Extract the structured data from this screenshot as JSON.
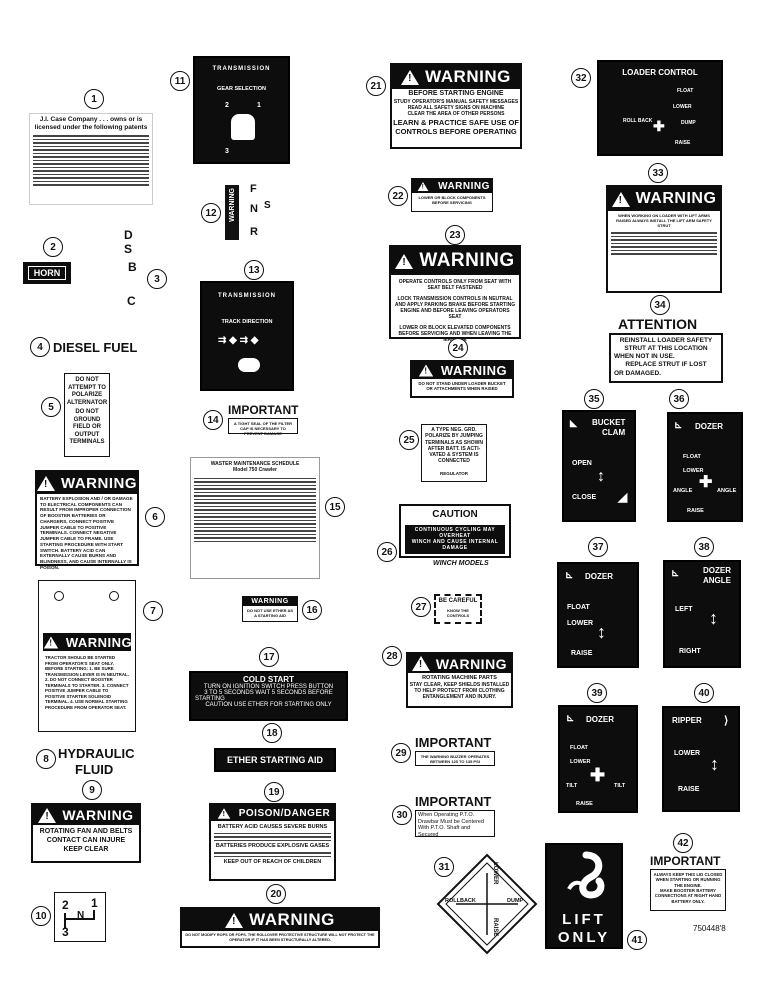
{
  "callouts": [
    "1",
    "2",
    "3",
    "4",
    "5",
    "6",
    "7",
    "8",
    "9",
    "10",
    "11",
    "12",
    "13",
    "14",
    "15",
    "16",
    "17",
    "18",
    "19",
    "20",
    "21",
    "22",
    "23",
    "24",
    "25",
    "26",
    "27",
    "28",
    "29",
    "30",
    "31",
    "32",
    "33",
    "34",
    "35",
    "36",
    "37",
    "38",
    "39",
    "40",
    "41",
    "42"
  ],
  "patent": {
    "title_line1": "J.I. Case Company . . . owns or is",
    "title_line2": "licensed under the following patents"
  },
  "horn": {
    "label": "HORN"
  },
  "switch": {
    "d": "D",
    "s": "S",
    "b": "B",
    "c": "C"
  },
  "diesel": {
    "label": "DIESEL FUEL"
  },
  "alternator": {
    "lines": [
      "DO NOT",
      "ATTEMPT TO",
      "POLARIZE",
      "ALTERNATOR",
      "DO NOT",
      "GROUND",
      "FIELD OR",
      "OUTPUT",
      "TERMINALS"
    ]
  },
  "warning_word": "WARNING",
  "warning6": {
    "text": "BATTERY EXPLOSION AND / OR DAMAGE TO ELECTRICAL COMPONENTS CAN RESULT FROM IMPROPER CONNECTION OF BOOSTER BATTERIES OR CHARGERS. CONNECT POSITIVE JUMPER CABLE TO POSITIVE TERMINALS. CONNECT NEGATIVE JUMPER CABLE TO FRAME. USE STARTING PROCEDURE WITH START SWITCH. BATTERY ACID CAN EXTERNALLY CAUSE BURNS AND BLINDNESS, AND CAUSE INTERNALLY IS POISON."
  },
  "warning7": {
    "text": "TRACTOR SHOULD BE STARTED FROM OPERATOR'S SEAT ONLY. BEFORE STARTING: 1. BE SURE TRANSMISSION LEVER IS IN NEUTRAL. 2. DO NOT CONNECT BOOSTER TERMINALS TO STARTER. 3. CONNECT POSITIVE JUMPER CABLE TO POSITIVE STARTER SOLENOID TERMINAL. 4. USE NORMAL STARTING PROCEDURE FROM OPERATOR SEAT."
  },
  "hydraulic": {
    "line1": "HYDRAULIC",
    "line2": "FLUID"
  },
  "warning9": {
    "lines": [
      "ROTATING FAN AND BELTS",
      "CONTACT CAN INJURE",
      "KEEP CLEAR"
    ]
  },
  "shift10": {
    "n1": "2",
    "n2": "1",
    "n3": "3",
    "n": "N"
  },
  "trans11": {
    "title": "TRANSMISSION",
    "sub": "GEAR SELECTION",
    "g2": "2",
    "g1": "1",
    "g3": "3"
  },
  "fnr": {
    "f": "F",
    "n": "N",
    "s": "S",
    "r": "R",
    "warn": "WARNING"
  },
  "trans13": {
    "title": "TRANSMISSION",
    "sub": "TRACK DIRECTION"
  },
  "important": "IMPORTANT",
  "imp14": {
    "text": "A TIGHT SEAL OF THE FILTER CAP IS NECESSARY TO PREVENT DAMAGE"
  },
  "chart15": {
    "title": "WASTER MAINTENANCE SCHEDULE",
    "sub": "Model 750 Crawler"
  },
  "warn16": {
    "word": "WARNING",
    "text": "DO NOT USE ETHER AS A STARTING AID"
  },
  "cold17": {
    "title": "COLD START",
    "lines": [
      "TURN ON IGNITION SWITCH PRESS BUTTON",
      "3 TO 5 SECONDS WAIT 5 SECONDS BEFORE",
      "STARTING",
      "CAUTION USE ETHER FOR STARTING ONLY"
    ]
  },
  "ether18": {
    "label": "ETHER STARTING AID"
  },
  "poison19": {
    "title": "POISON/DANGER",
    "l1": "BATTERY ACID CAUSES SEVERE BURNS",
    "l2": "BATTERIES PRODUCE EXPLOSIVE GASES",
    "l3": "KEEP OUT OF REACH OF CHILDREN"
  },
  "warn20": {
    "word": "WARNING",
    "text": "DO NOT MODIFY ROPS OR FOPS. THE ROLLOVER PROTECTIVE STRUCTURE WILL NOT PROTECT THE OPERATOR IF IT HAS BEEN STRUCTURALLY ALTERED."
  },
  "warn21": {
    "l1": "BEFORE STARTING ENGINE",
    "l2": "STUDY OPERATOR'S MANUAL SAFETY MESSAGES",
    "l3": "READ ALL SAFETY SIGNS ON MACHINE",
    "l4": "CLEAR THE AREA OF OTHER PERSONS",
    "l5": "LEARN & PRACTICE SAFE USE OF",
    "l6": "CONTROLS BEFORE OPERATING"
  },
  "warn22": {
    "text": "LOWER OR BLOCK COMPONENTS BEFORE SERVICING"
  },
  "warn23": {
    "l1": "OPERATE CONTROLS ONLY FROM SEAT WITH SEAT BELT FASTENED",
    "l2": "LOCK TRANSMISSION CONTROLS IN NEUTRAL AND APPLY PARKING BRAKE BEFORE STARTING ENGINE AND BEFORE LEAVING OPERATORS SEAT",
    "l3": "LOWER OR BLOCK ELEVATED COMPONENTS BEFORE SERVICING AND WHEN LEAVING THE MACHINE"
  },
  "warn24": {
    "text": "DO NOT STAND UNDER LOADER BUCKET OR ATTACHMENTS WHEN RAISED"
  },
  "reg25": {
    "l1": "A TYPE NEG. GRD.",
    "l2": "POLARIZE BY JUMPING",
    "l3": "TERMINALS AS SHOWN",
    "l4": "AFTER BATT. IS ACTI-",
    "l5": "VATED & SYSTEM IS",
    "l6": "CONNECTED",
    "reg": "REGULATOR"
  },
  "caution26": {
    "title": "CAUTION",
    "l1": "CONTINUOUS CYCLING MAY OVERHEAT",
    "l2": "WINCH AND CAUSE INTERNAL DAMAGE",
    "footer": "WINCH MODELS"
  },
  "careful27": {
    "title": "BE CAREFUL",
    "text": "KNOW THE CONTROLS"
  },
  "warn28": {
    "l1": "ROTATING MACHINE PARTS",
    "l2": "STAY CLEAR, KEEP SHIELDS INSTALLED",
    "l3": "TO HELP PROTECT FROM CLOTHING",
    "l4": "ENTANGLEMENT AND INJURY."
  },
  "imp29": {
    "text": "THE WARNING BUZZER OPERATES BETWEEN 125 TO 135 PSI"
  },
  "imp30": {
    "l1": "When Operating P.T.O.",
    "l2": "Drawbar Must be Centered",
    "l3": "With P.T.O. Shaft and",
    "l4": "Secured"
  },
  "diamond31": {
    "lower": "LOWER",
    "rollback": "ROLLBACK",
    "dump": "DUMP",
    "raise": "RAISE"
  },
  "loader32": {
    "title": "LOADER CONTROL",
    "float": "FLOAT",
    "lower": "LOWER",
    "roll": "ROLL BACK",
    "dump": "DUMP",
    "raise": "RAISE"
  },
  "warn33": {
    "text": "WHEN WORKING ON LOADER WITH LIFT ARMS RAISED ALWAYS INSTALL THE LIFT ARM SAFETY STRUT"
  },
  "attention34": {
    "title": "ATTENTION",
    "l1": "REINSTALL LOADER SAFETY",
    "l2": "STRUT AT THIS LOCATION",
    "l3": "WHEN NOT IN USE.",
    "l4": "REPLACE STRUT IF LOST",
    "l5": "OR DAMAGED."
  },
  "bucket35": {
    "title1": "BUCKET",
    "title2": "CLAM",
    "open": "OPEN",
    "close": "CLOSE"
  },
  "dozer36": {
    "title": "DOZER",
    "float": "FLOAT",
    "lower": "LOWER",
    "angle": "ANGLE",
    "angle2": "ANGLE",
    "raise": "RAISE"
  },
  "dozer37": {
    "title": "DOZER",
    "float": "FLOAT",
    "lower": "LOWER",
    "raise": "RAISE"
  },
  "dozer38": {
    "title1": "DOZER",
    "title2": "ANGLE",
    "left": "LEFT",
    "right": "RIGHT"
  },
  "dozer39": {
    "title": "DOZER",
    "float": "FLOAT",
    "lower": "LOWER",
    "tilt": "TILT",
    "tilt2": "TILT",
    "raise": "RAISE"
  },
  "ripper40": {
    "title": "RIPPER",
    "lower": "LOWER",
    "raise": "RAISE"
  },
  "lift41": {
    "l1": "LIFT",
    "l2": "ONLY"
  },
  "imp42": {
    "l1": "ALWAYS KEEP THIS LID CLOSED",
    "l2": "WHEN STARTING OR RUNNING",
    "l3": "THE ENGINE.",
    "l4": "MAKE BOOSTER BATTERY",
    "l5": "CONNECTIONS AT RIGHT HAND",
    "l6": "BATTERY ONLY."
  },
  "part_number": "750448'8"
}
